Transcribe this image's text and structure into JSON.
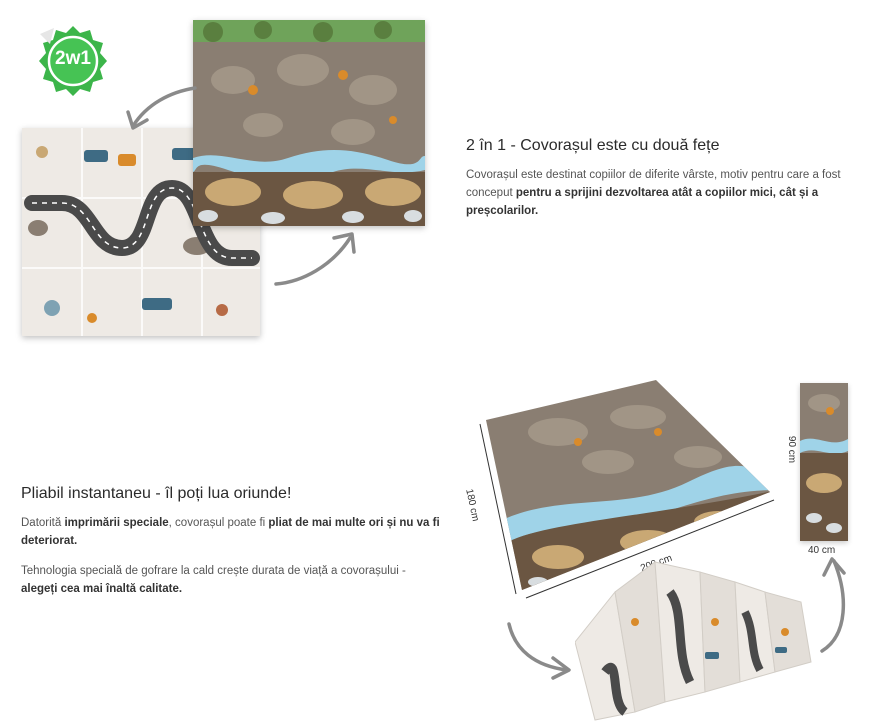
{
  "section1": {
    "badge_text": "2w1",
    "title": "2 în 1 - Covorașul este cu două fețe",
    "p1_a": "Covorașul este destinat copiilor de diferite vârste, motiv pentru care a fost conceput ",
    "p1_b": "pentru a sprijini dezvoltarea atât a copiilor mici, cât și a preșcolarilor."
  },
  "section2": {
    "title": "Pliabil instantaneu - îl poți lua oriunde!",
    "p1_a": "Datorită ",
    "p1_b": "imprimării speciale",
    "p1_c": ", covorașul poate fi ",
    "p1_d": "pliat de mai multe ori și nu va fi deteriorat.",
    "p2_a": "Tehnologia specială de gofrare la cald crește durata de viață a covorașului - ",
    "p2_b": "alegeți cea mai înaltă calitate."
  },
  "dimensions": {
    "width": "200 cm",
    "depth": "180 cm",
    "strip_height": "90 cm",
    "strip_width": "40 cm"
  },
  "colors": {
    "badge_green": "#3cb54a",
    "road": "#4a4a4a",
    "river": "#9fd3e8",
    "soil": "#6b5642",
    "sand": "#c9a874",
    "stone": "#d8dde0",
    "forest": "#8a7e72"
  }
}
